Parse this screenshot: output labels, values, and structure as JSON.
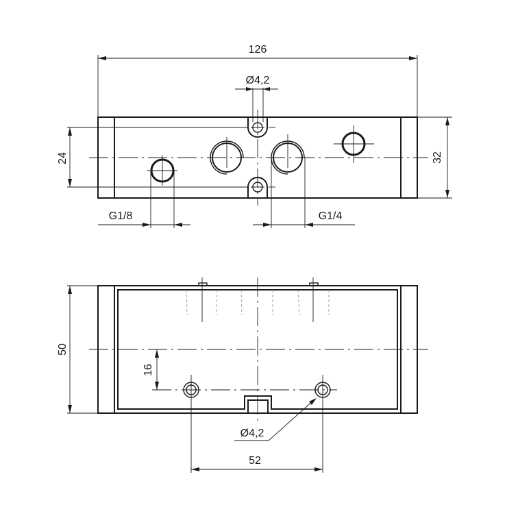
{
  "drawing": {
    "title": "Manifold base technical drawing",
    "views": {
      "top_view": {
        "dimensions": {
          "overall_length": "126",
          "slot_diameter": "Ø4,2",
          "slot_spacing": "24",
          "height": "32",
          "port_small": "G1/8",
          "port_large": "G1/4"
        }
      },
      "front_view": {
        "dimensions": {
          "height": "50",
          "hole_offset": "16",
          "hole_diameter": "Ø4,2",
          "hole_spacing": "52"
        }
      }
    },
    "colors": {
      "line": "#1a1a1a",
      "hidden_line": "#9a9a9a",
      "background": "#ffffff"
    }
  }
}
